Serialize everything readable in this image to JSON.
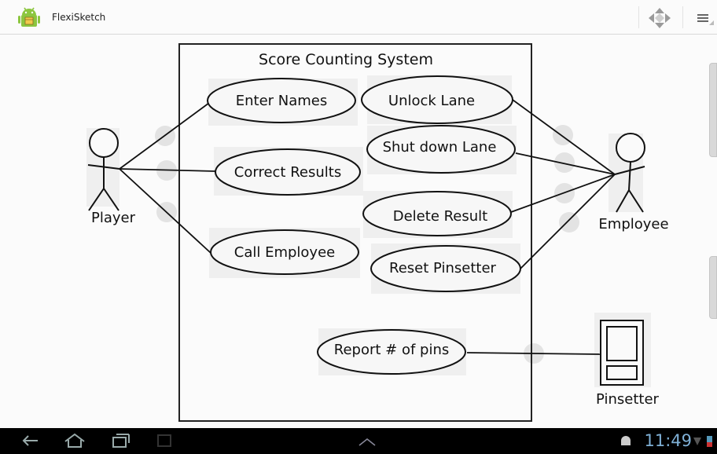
{
  "app": {
    "title": "FlexiSketch"
  },
  "diagram": {
    "system_title": "Score Counting System",
    "use_cases": {
      "enter_names": "Enter Names",
      "unlock_lane": "Unlock Lane",
      "shut_down_lane": "Shut down Lane",
      "correct_results": "Correct Results",
      "delete_result": "Delete Result",
      "call_employee": "Call Employee",
      "reset_pinsetter": "Reset Pinsetter",
      "report_pins": "Report # of pins"
    },
    "actors": {
      "player": "Player",
      "employee": "Employee",
      "pinsetter": "Pinsetter"
    }
  },
  "status": {
    "time": "11:49"
  },
  "icons": [
    "android-app-icon",
    "move-arrows-icon",
    "overflow-menu-icon",
    "back-icon",
    "home-icon",
    "recent-apps-icon",
    "screenshot-icon",
    "chevron-up-icon",
    "android-notification-icon",
    "wifi-icon",
    "battery-icon"
  ]
}
